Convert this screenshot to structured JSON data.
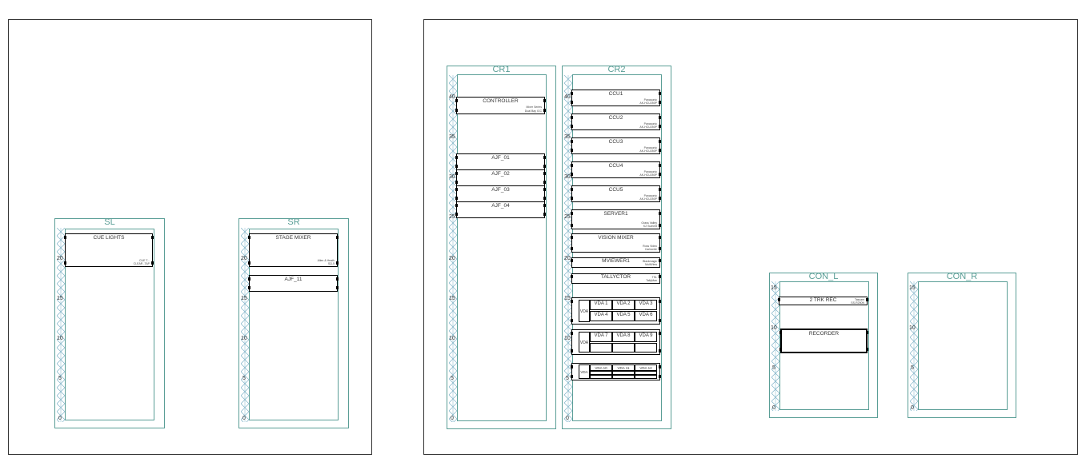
{
  "racks": {
    "sl": {
      "title": "SL",
      "units": [
        "20",
        "15",
        "10",
        "5",
        "0"
      ]
    },
    "sr": {
      "title": "SR",
      "units": [
        "20",
        "15",
        "10",
        "5",
        "0"
      ]
    },
    "cr1": {
      "title": "CR1",
      "units": [
        "40",
        "35",
        "30",
        "25",
        "20",
        "15",
        "10",
        "5",
        "0"
      ]
    },
    "cr2": {
      "title": "CR2",
      "units": [
        "40",
        "35",
        "30",
        "25",
        "20",
        "15",
        "10",
        "5",
        "0"
      ]
    },
    "con_l": {
      "title": "CON_L",
      "units": [
        "15",
        "10",
        "5",
        "0"
      ]
    },
    "con_r": {
      "title": "CON_R",
      "units": [
        "15",
        "10",
        "5",
        "0"
      ]
    }
  },
  "devices": {
    "cue_lights": {
      "label": "CUE LIGHTS",
      "sub1": "CUE T...",
      "sub2": "CLEAR -TAP"
    },
    "stage_mixer": {
      "label": "STAGE MIXER",
      "sub1": "Allen & Heath",
      "sub2": "SQ-5"
    },
    "ajf_11": {
      "label": "AJF_11"
    },
    "controller": {
      "label": "CONTROLLER",
      "sub1": "Mixer Series",
      "sub2": "Dual Bay ICC"
    },
    "ajf_01": {
      "label": "AJF_01"
    },
    "ajf_02": {
      "label": "AJF_02"
    },
    "ajf_03": {
      "label": "AJF_03"
    },
    "ajf_04": {
      "label": "AJF_04"
    },
    "ccu1": {
      "label": "CCU1",
      "sub1": "Panasonic",
      "sub2": "AK-HCU250P"
    },
    "ccu2": {
      "label": "CCU2",
      "sub1": "Panasonic",
      "sub2": "AK-HCU250P"
    },
    "ccu3": {
      "label": "CCU3",
      "sub1": "Panasonic",
      "sub2": "AK-HCU250P"
    },
    "ccu4": {
      "label": "CCU4",
      "sub1": "Panasonic",
      "sub2": "AK-HCU250P"
    },
    "ccu5": {
      "label": "CCU5",
      "sub1": "Panasonic",
      "sub2": "AK-HCU250P"
    },
    "server1": {
      "label": "SERVER1",
      "sub1": "Grass Valley",
      "sub2": "K2 Summit"
    },
    "vision_mixer": {
      "label": "VISION MIXER",
      "sub1": "Ross Video",
      "sub2": "Carbonite"
    },
    "mviewer1": {
      "label": "MVIEWER1",
      "sub1": "Blackmagic",
      "sub2": "MultiView"
    },
    "tallyctor": {
      "label": "TALLYCTOR",
      "sub1": "TSL",
      "sub2": "TallyMan"
    },
    "two_trk_rec": {
      "label": "2 TRK REC",
      "sub1": "Tascam",
      "sub2": "SS-R250N"
    },
    "recorder": {
      "label": "RECORDER"
    }
  },
  "vda_frames": {
    "frame1": {
      "side": "VDA",
      "cells": [
        "VDA 1",
        "VDA 2",
        "VDA 3",
        "VDA 4",
        "VDA 5",
        "VDA 6"
      ]
    },
    "frame2": {
      "side": "VDA",
      "cells": [
        "VDA 7",
        "VDA 8",
        "VDA 9"
      ]
    },
    "frame3": {
      "side": "VDA",
      "cells": [
        "VDA 10",
        "VDA 11",
        "VDA 12"
      ]
    }
  }
}
